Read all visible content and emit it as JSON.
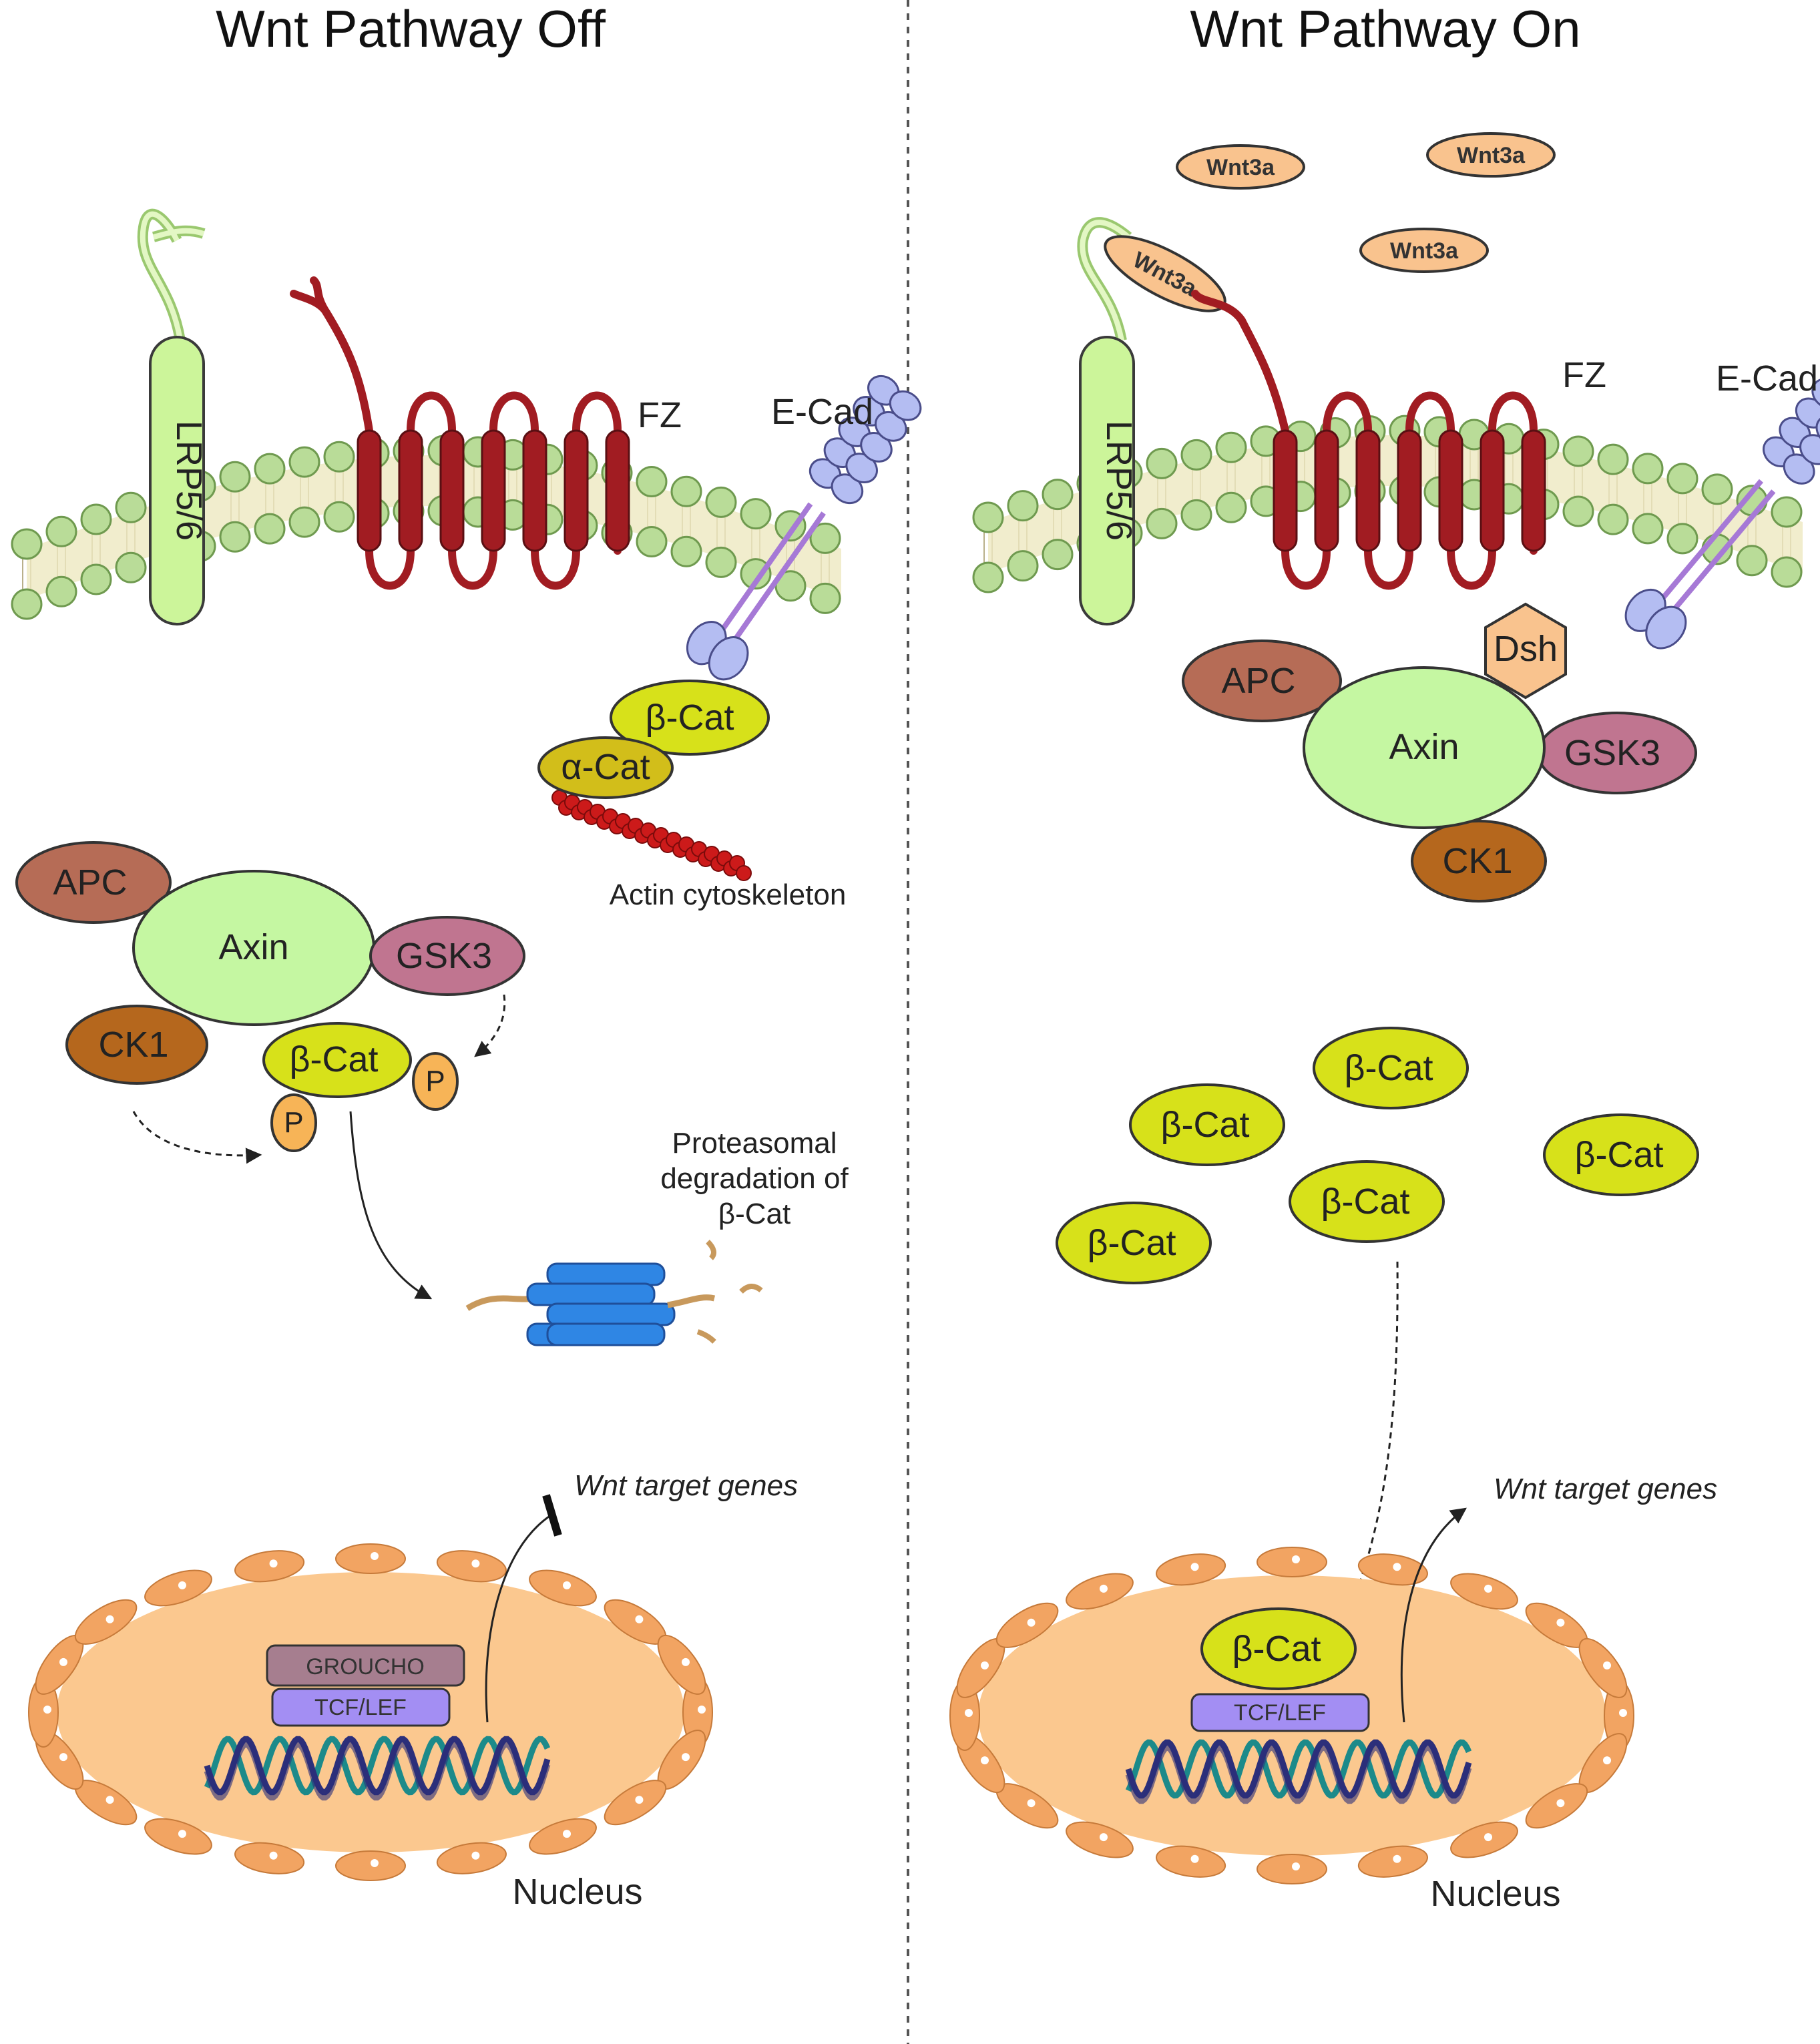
{
  "titles": {
    "left": "Wnt Pathway Off",
    "right": "Wnt Pathway On"
  },
  "left": {
    "lrp": "LRP5/6",
    "fz": "FZ",
    "ecad": "E-Cad",
    "bcat": "β-Cat",
    "acat": "α-Cat",
    "actin": "Actin cytoskeleton",
    "apc": "APC",
    "axin": "Axin",
    "gsk3": "GSK3",
    "ck1": "CK1",
    "bcat_complex": "β-Cat",
    "p": "P",
    "proteasome_line1": "Proteasomal",
    "proteasome_line2": "degradation of",
    "proteasome_line3": "β-Cat",
    "target_genes": "Wnt target genes",
    "groucho": "GROUCHO",
    "tcf": "TCF/LEF",
    "nucleus": "Nucleus"
  },
  "right": {
    "wnt": "Wnt3a",
    "lrp": "LRP5/6",
    "fz": "FZ",
    "ecad": "E-Cad",
    "dsh": "Dsh",
    "apc": "APC",
    "axin": "Axin",
    "gsk3": "GSK3",
    "ck1": "CK1",
    "bcat": "β-Cat",
    "target_genes": "Wnt target genes",
    "tcf": "TCF/LEF",
    "nucleus": "Nucleus"
  },
  "colors": {
    "membrane_head": "#b9dc98",
    "membrane_tail": "#ede8c0",
    "frizzled": "#a11c22",
    "lrp": "#ccf59a",
    "ecad": "#b4bdf2",
    "ecad_link": "#a679d6",
    "bcat": "#d7e11a",
    "acat": "#d2be1a",
    "actin": "#cc1a1a",
    "apc": "#b66c56",
    "axin": "#c5f7a2",
    "gsk3": "#c07590",
    "ck1": "#b5671d",
    "phospho": "#f7b457",
    "wnt": "#f9c38e",
    "dsh": "#f9c38e",
    "proteasome": "#2f86e4",
    "nucleus": "#fbc88f",
    "nuclear_pore": "#f2a462",
    "groucho": "#a67e8f",
    "tcf": "#a38ef3",
    "dna_dark": "#2c2f7a",
    "dna_teal": "#1c8a8a"
  }
}
